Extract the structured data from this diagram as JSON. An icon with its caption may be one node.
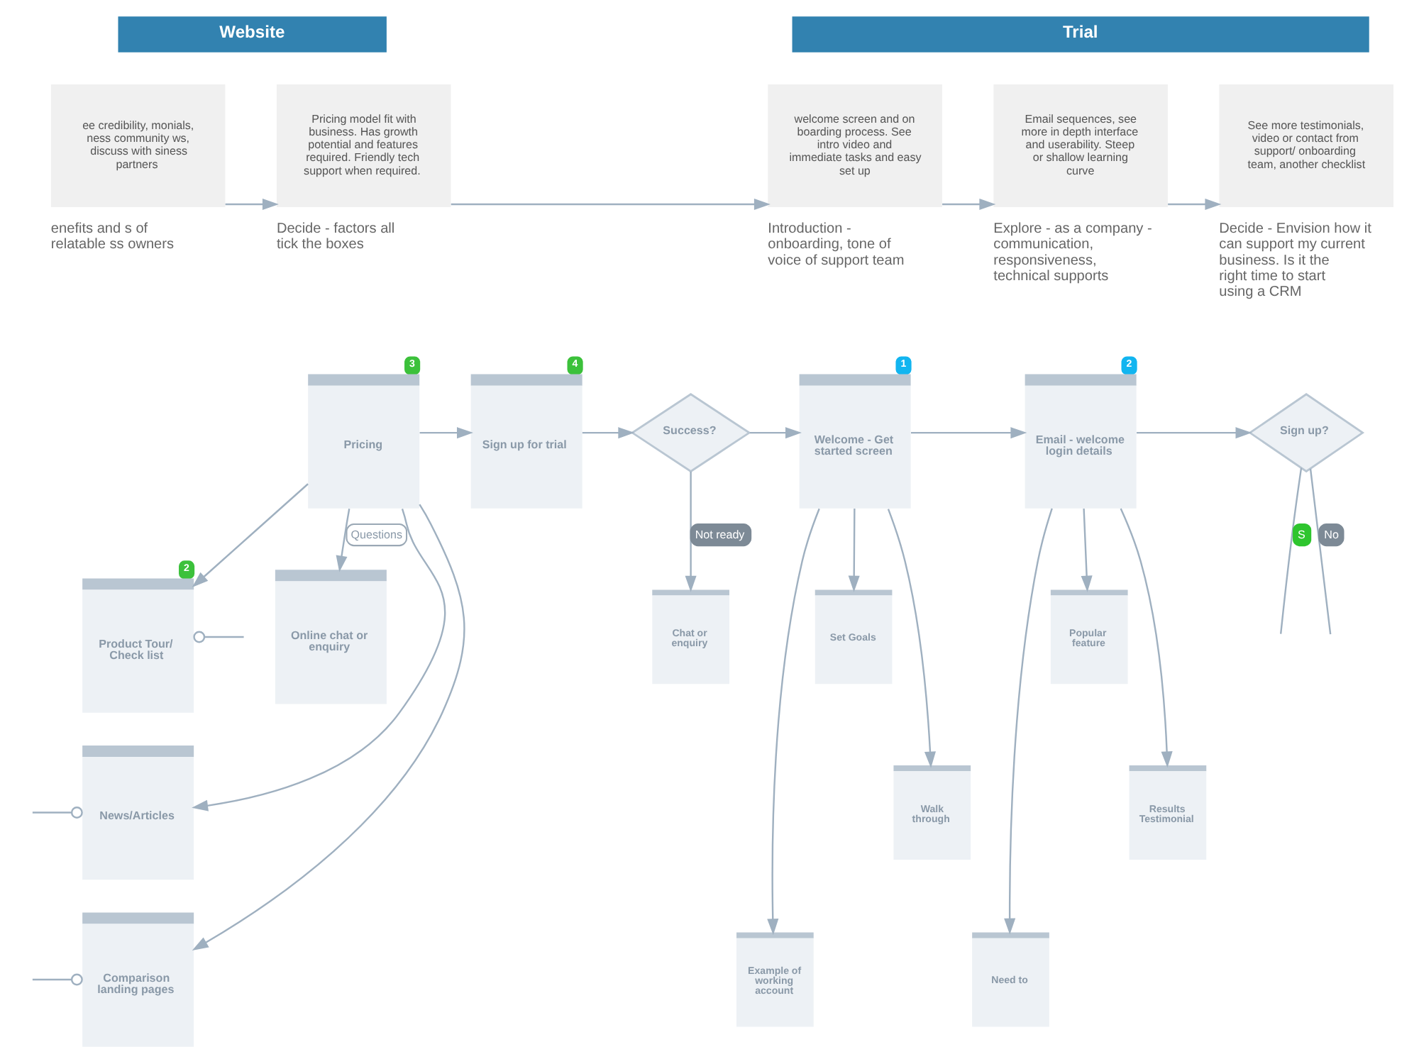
{
  "diagram": {
    "nodes": [
      {
        "text": [
          "Website"
        ]
      },
      {
        "text": [
          "Trial"
        ]
      },
      {
        "text": [
          "ee credibility, monials, ness community ws, discuss with siness partners"
        ],
        "beside": [
          "enefits and s of relatable ss owners"
        ]
      },
      {
        "text": [
          "Pricing model fit with business. Has growth potential and features required. Friendly tech support when required."
        ],
        "beside": [
          "Decide - factors all tick the boxes"
        ]
      },
      {
        "text": [
          "welcome screen and on boarding process. See intro video and immediate tasks and easy set up"
        ],
        "beside": [
          "Introduction - onboarding, tone of voice of support team"
        ]
      },
      {
        "text": [
          "Email sequences, see more in depth interface and userability. Steep or shallow learning curve"
        ],
        "beside": [
          "Explore - as a company - communication, responsiveness, technical supports"
        ]
      },
      {
        "text": [
          "See more testimonials, video or contact from support/ onboarding team, another checklist"
        ],
        "beside": [
          "Decide - Envision how it can support my current business. Is it the right time to start using a CRM"
        ]
      },
      {
        "text": [
          "Product Tour/ Check list"
        ],
        "beside": [
          "2"
        ]
      },
      {
        "text": [
          "Pricing"
        ],
        "beside": [
          "3"
        ]
      },
      {
        "text": [
          "Sign up for trial"
        ],
        "beside": [
          "4"
        ]
      },
      {
        "text": [
          "Success?"
        ]
      },
      {
        "text": [
          "Welcome - Get started screen"
        ],
        "beside": [
          "1"
        ]
      },
      {
        "text": [
          "Email - welcome login details"
        ],
        "beside": [
          "2"
        ]
      },
      {
        "text": [
          "Sign up?"
        ]
      },
      {
        "text": [
          "News/Articles"
        ]
      },
      {
        "text": [
          "Online chat or enquiry"
        ]
      },
      {
        "text": [
          "Chat or enquiry"
        ]
      },
      {
        "text": [
          "Set Goals"
        ]
      },
      {
        "text": [
          "Popular feature"
        ]
      },
      {
        "text": [
          "Comparison landing pages"
        ]
      },
      {
        "text": [
          "Walk through"
        ]
      },
      {
        "text": [
          "Results Testimonial"
        ]
      },
      {
        "text": [
          "Example of working account"
        ]
      },
      {
        "text": [
          "Need to"
        ]
      }
    ],
    "edges": [
      {
        "from": null,
        "to": 7,
        "arrow": "other"
      },
      {
        "from": null,
        "to": 14,
        "arrow": "other"
      },
      {
        "from": null,
        "to": 19,
        "arrow": "other"
      },
      {
        "from": 2,
        "to": 3,
        "arrow": "to"
      },
      {
        "from": 3,
        "to": 4,
        "arrow": "to"
      },
      {
        "from": 4,
        "to": 5,
        "arrow": "to"
      },
      {
        "from": 5,
        "to": 6,
        "arrow": "to"
      },
      {
        "from": 8,
        "to": 7,
        "arrow": "to"
      },
      {
        "from": 8,
        "to": 14,
        "arrow": "to"
      },
      {
        "from": 8,
        "to": 19,
        "arrow": "to"
      },
      {
        "from": 8,
        "to": 15,
        "label": "Questions",
        "arrow": "to"
      },
      {
        "from": 8,
        "to": 9,
        "arrow": "to"
      },
      {
        "from": 9,
        "to": 10,
        "arrow": "to"
      },
      {
        "from": 10,
        "to": 11,
        "arrow": "to"
      },
      {
        "from": 10,
        "to": 16,
        "label": "Not ready",
        "arrow": "to"
      },
      {
        "from": 11,
        "to": 17,
        "arrow": "to"
      },
      {
        "from": 11,
        "to": 20,
        "arrow": "to"
      },
      {
        "from": 11,
        "to": 22,
        "arrow": "to"
      },
      {
        "from": 11,
        "to": 12,
        "arrow": "to"
      },
      {
        "from": 12,
        "to": 18,
        "arrow": "to"
      },
      {
        "from": 12,
        "to": 21,
        "arrow": "to"
      },
      {
        "from": 12,
        "to": 23,
        "arrow": "to"
      },
      {
        "from": 12,
        "to": 13,
        "arrow": "to"
      },
      {
        "from": 13,
        "to": null,
        "label": "S",
        "arrow": "none"
      },
      {
        "from": 13,
        "to": null,
        "label": "No",
        "arrow": "none"
      }
    ]
  }
}
